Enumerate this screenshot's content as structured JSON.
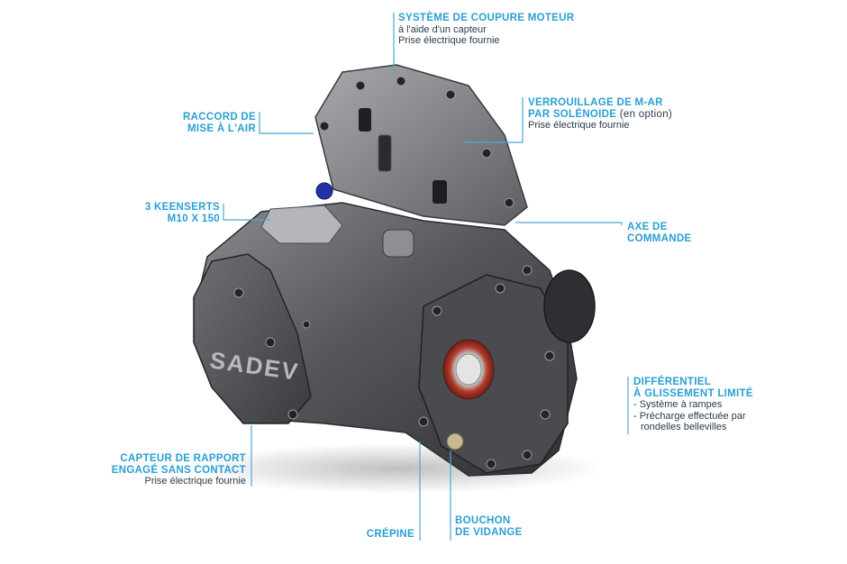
{
  "brand": "SADEV",
  "labels": {
    "systeme": {
      "title1": "SYSTÈME DE COUPURE MOTEUR",
      "desc1": "à l'aide d'un capteur",
      "desc2": "Prise électrique fournie"
    },
    "raccord": {
      "title1": "RACCORD DE",
      "title2": "MISE À L'AIR"
    },
    "verrouillage": {
      "title1": "VERROUILLAGE DE M-AR",
      "title2": "PAR SOLÉNOIDE",
      "option": "(en option)",
      "desc1": "Prise électrique fournie"
    },
    "keenserts": {
      "title1": "3 KEENSERTS",
      "title2": "M10 X 150"
    },
    "axe": {
      "title1": "AXE DE",
      "title2": "COMMANDE"
    },
    "differentiel": {
      "title1": "DIFFÉRENTIEL",
      "title2": "À GLISSEMENT LIMITÉ",
      "item1": "- Système à rampes",
      "item2": "- Précharge effectuée par",
      "item3": "rondelles bellevilles"
    },
    "capteur": {
      "title1": "CAPTEUR DE RAPPORT",
      "title2": "ENGAGÉ SANS CONTACT",
      "desc1": "Prise électrique fournie"
    },
    "crepine": {
      "title1": "CRÉPINE"
    },
    "bouchon": {
      "title1": "BOUCHON",
      "title2": "DE VIDANGE"
    }
  },
  "colors": {
    "accent": "#2a9fd3",
    "text": "#2b3a4a",
    "leader": "#4aa8d8"
  }
}
